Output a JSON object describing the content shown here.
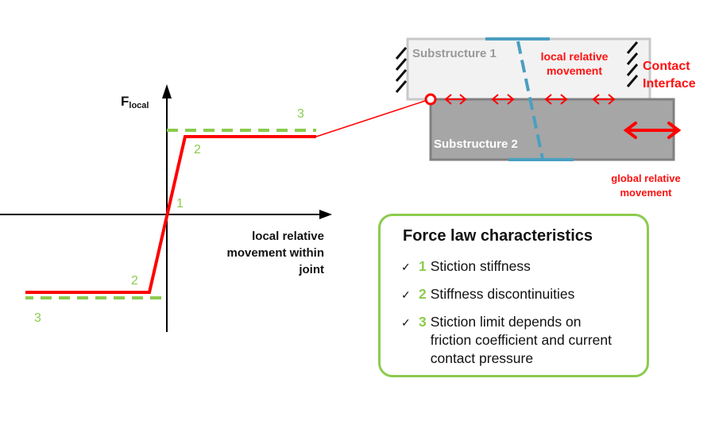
{
  "chart": {
    "y_axis_label_main": "F",
    "y_axis_label_sub": "local",
    "x_axis_label": "local relative movement within joint",
    "markers": {
      "stiffness": "1",
      "discontinuity_upper": "2",
      "discontinuity_lower": "2",
      "limit_upper": "3",
      "limit_lower": "3"
    },
    "colors": {
      "force_law": "#ff0000",
      "stiction_limit": "#8ccb4e",
      "axes": "#000000"
    }
  },
  "schematic": {
    "substructure_1": "Substructure 1",
    "substructure_2": "Substructure 2",
    "local_relative_movement": "local relative movement",
    "contact_interface": "Contact Interface",
    "global_relative_movement": "global relative movement",
    "colors": {
      "substructure_1_fill": "#f2f2f2",
      "substructure_2_fill": "#a6a6a6",
      "interface_line": "#4a9fc0",
      "highlight": "#ff0000"
    }
  },
  "characteristics": {
    "title": "Force law characteristics",
    "items": [
      {
        "check": "✓",
        "number": "1",
        "text": "Stiction stiffness"
      },
      {
        "check": "✓",
        "number": "2",
        "text": "Stiffness discontinuities"
      },
      {
        "check": "✓",
        "number": "3",
        "text": "Stiction limit depends on friction coefficient and current contact pressure"
      }
    ]
  }
}
